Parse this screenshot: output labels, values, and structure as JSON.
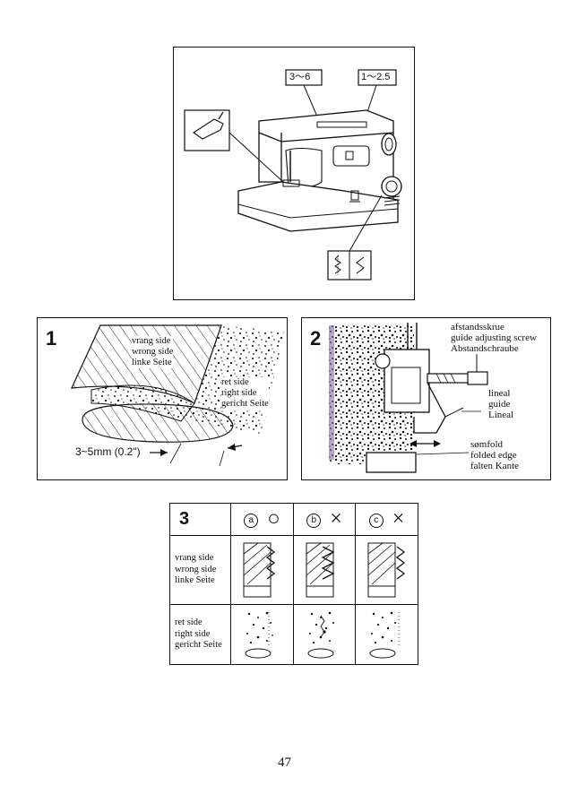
{
  "figure_top": {
    "setting_a": "3～6",
    "setting_b": "1～2.5",
    "panel_icon_name": "stitch-pattern-icon",
    "foot_icon_name": "presser-foot-icon"
  },
  "figure1": {
    "number": "1",
    "wrong_side": [
      "vrang side",
      "wrong side",
      "linke Seite"
    ],
    "right_side": [
      "ret side",
      "right side",
      "gericht Seite"
    ],
    "measurement": "3~5mm (0.2\")"
  },
  "figure2": {
    "number": "2",
    "screw_label": [
      "afstandsskrue",
      "guide adjusting screw",
      "Abstandschraube"
    ],
    "guide_label": [
      "lineal",
      "guide",
      "Lineal"
    ],
    "edge_label": [
      "sømfold",
      "folded edge",
      "falten Kante"
    ]
  },
  "figure3": {
    "number": "3",
    "columns": [
      {
        "letter": "a",
        "mark": "○",
        "mark_name": "correct-circle-icon"
      },
      {
        "letter": "b",
        "mark": "×",
        "mark_name": "incorrect-cross-icon"
      },
      {
        "letter": "c",
        "mark": "×",
        "mark_name": "incorrect-cross-icon"
      }
    ],
    "row_wrong_side": [
      "vrang side",
      "wrong side",
      "linke Seite"
    ],
    "row_right_side": [
      "ret side",
      "right side",
      "gericht Seite"
    ]
  },
  "page_number": "47",
  "colors": {
    "ink": "#111111",
    "paper": "#ffffff",
    "shadow": "#7c5ea8"
  }
}
